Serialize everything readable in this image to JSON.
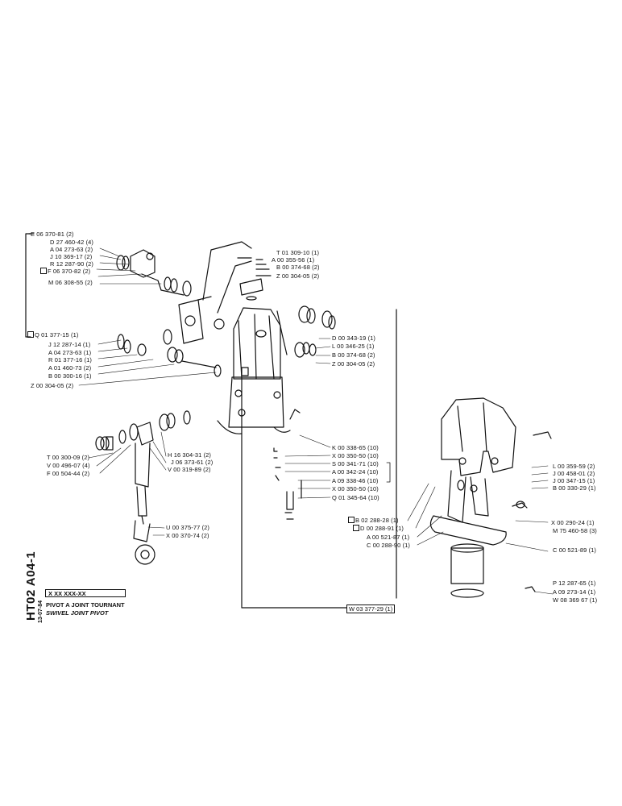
{
  "drawing": {
    "code": "HT02 A04-1",
    "date": "13-07-84",
    "ref_box": "X XX  XXX-XX",
    "title_fr": "PIVOT A JOINT TOURNANT",
    "title_en": "SWIVEL JOINT PIVOT"
  },
  "labels": {
    "tl_1": "E 06 370-81 (2)",
    "tl_2": "D 27 460-42 (4)",
    "tl_3": "A 04 273-63 (2)",
    "tl_4": "J 10 369-17 (2)",
    "tl_5": "R 12 287-90 (2)",
    "tl_6": "F 06 370-82 (2)",
    "tl_7": "M 06 308-55 (2)",
    "ml_1": "Q 01 377-15 (1)",
    "ml_2": "J 12 287-14 (1)",
    "ml_3": "A 04 273-63 (1)",
    "ml_4": "R 01 377-16 (1)",
    "ml_5": "A 01 460-73 (2)",
    "ml_6": "B 00 300-16 (1)",
    "ml_7": "Z 00 304-05 (2)",
    "tc_1": "T 01 309-10 (1)",
    "tc_2": "A 00 355-56 (1)",
    "tc_3": "B 00 374-68 (2)",
    "tc_4": "Z 00 304-05 (2)",
    "mr_1": "D 00 343-19 (1)",
    "mr_2": "L 00 346-25 (1)",
    "mr_3": "B 00 374-68 (2)",
    "mr_4": "Z 00 304-05 (2)",
    "ll_1": "T 00 300-09 (2)",
    "ll_2": "V 00 496-07 (4)",
    "ll_3": "F 00 504-44 (2)",
    "lr_1": "H 16 304-31 (2)",
    "lr_2": "J 06 373-61 (2)",
    "lr_3": "V 00 319-89 (2)",
    "lb_1": "U 00 375-77 (2)",
    "lb_2": "X 00 370-74 (2)",
    "cr_1": "K 00 338-65 (10)",
    "cr_2": "X 00 350-50 (10)",
    "cr_3": "S 00 341-71 (10)",
    "cr_4": "A 00 342-24 (10)",
    "cr_5": "A 09 338-46 (10)",
    "cr_6": "X 00 350-50 (10)",
    "cr_7": "Q 01 345-64 (10)",
    "bc_1": "B 02 288-28 (1)",
    "bc_2": "D 00 288-91 (1)",
    "bc_3": "A 00 521-87 (1)",
    "bc_4": "C 00 288-90 (1)",
    "bottom_ref": "W 03 377-29 (1)",
    "rr_1": "L 00 359-59 (2)",
    "rr_2": "J 00 458-01 (2)",
    "rr_3": "J 00 347-15 (1)",
    "rr_4": "B 00 330-29 (1)",
    "rr_5": "X 00 290-24 (1)",
    "rr_6": "M 75 460-58 (3)",
    "rr_7": "C 00 521-89 (1)",
    "rb_1": "P 12 287-65 (1)",
    "rb_2": "A 09 273-14 (1)",
    "rb_3": "W 08 369 67 (1)"
  }
}
